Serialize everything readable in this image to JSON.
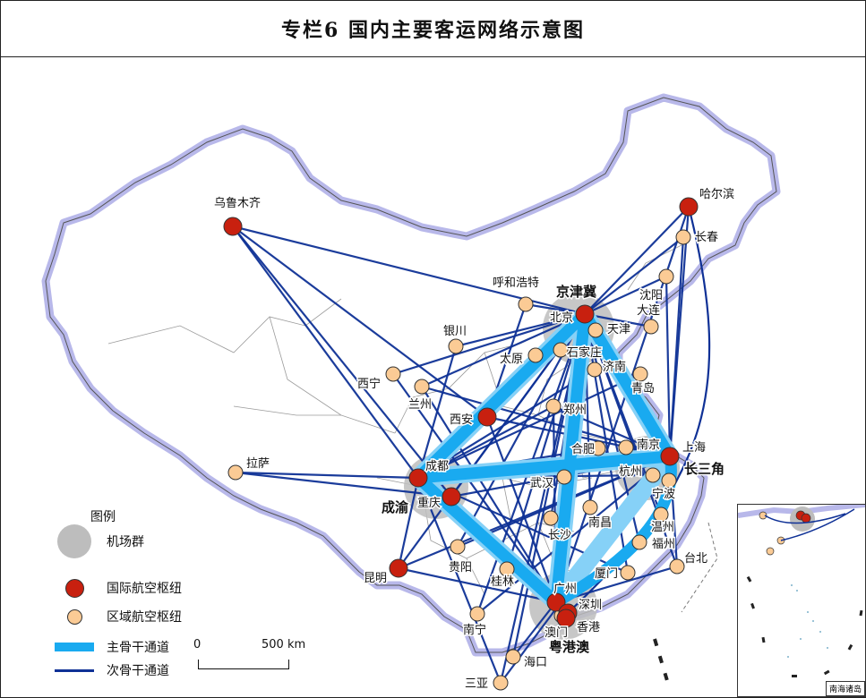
{
  "title": "专栏6 国内主要客运网络示意图",
  "colors": {
    "main_channel": "#19aaf0",
    "sub_channel": "#0f3196",
    "intl_hub": "#c8200f",
    "regional_hub": "#fbcb95",
    "cluster": "#bdbdbd",
    "border_glow": "#b8b8ea"
  },
  "legend": {
    "title": "图例",
    "items": [
      {
        "label": "机场群",
        "symbol": "cluster"
      },
      {
        "label": "国际航空枢纽",
        "symbol": "intl"
      },
      {
        "label": "区域航空枢纽",
        "symbol": "regional"
      },
      {
        "label": "主骨干通道",
        "symbol": "main"
      },
      {
        "label": "次骨干通道",
        "symbol": "sub"
      }
    ]
  },
  "scale": {
    "zero": "0",
    "end": "500 km"
  },
  "clusters": [
    {
      "name": "京津冀"
    },
    {
      "name": "长三角"
    },
    {
      "name": "成渝"
    },
    {
      "name": "粤港澳"
    }
  ],
  "intl_hubs": [
    "乌鲁木齐",
    "哈尔滨",
    "北京",
    "西安",
    "上海",
    "成都",
    "重庆",
    "昆明",
    "广州",
    "深圳",
    "香港"
  ],
  "regional_hubs": [
    "长春",
    "沈阳",
    "大连",
    "呼和浩特",
    "天津",
    "石家庄",
    "银川",
    "太原",
    "济南",
    "青岛",
    "西宁",
    "兰州",
    "郑州",
    "合肥",
    "南京",
    "杭州",
    "宁波",
    "拉萨",
    "武汉",
    "南昌",
    "温州",
    "长沙",
    "福州",
    "贵阳",
    "台北",
    "桂林",
    "厦门",
    "南宁",
    "澳门",
    "海口",
    "三亚"
  ],
  "inset": {
    "label": "南海诸岛",
    "cluster": "粤港澳",
    "cities": [
      "南宁",
      "海口",
      "三亚"
    ]
  }
}
